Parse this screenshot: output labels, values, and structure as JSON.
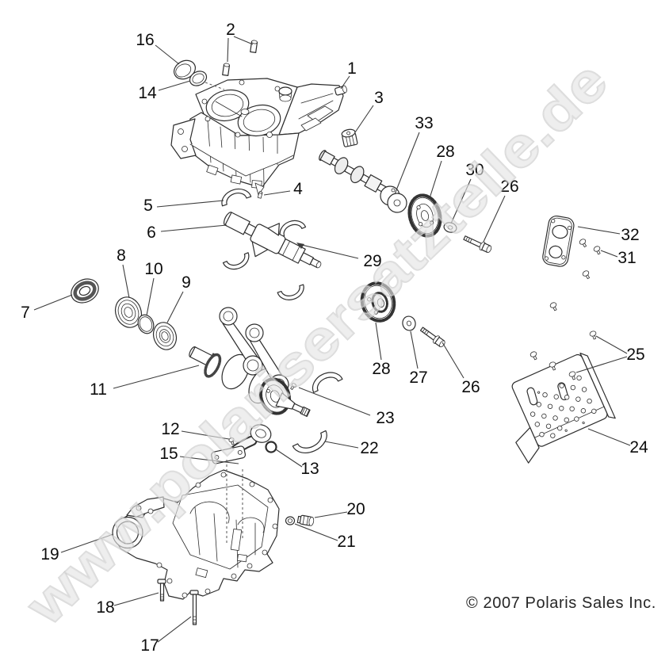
{
  "diagram": {
    "watermark": "www.polarisersatzteile.de",
    "copyright": "© 2007 Polaris Sales Inc.",
    "line_color": "#2e2e2e",
    "watermark_color": "#e3e3e3",
    "callouts": [
      {
        "part": "16",
        "label": "16"
      },
      {
        "part": "14",
        "label": "14"
      },
      {
        "part": "2",
        "label": "2"
      },
      {
        "part": "1",
        "label": "1"
      },
      {
        "part": "3",
        "label": "3"
      },
      {
        "part": "33",
        "label": "33"
      },
      {
        "part": "28-top",
        "label": "28"
      },
      {
        "part": "30",
        "label": "30"
      },
      {
        "part": "26-top",
        "label": "26"
      },
      {
        "part": "32",
        "label": "32"
      },
      {
        "part": "31",
        "label": "31"
      },
      {
        "part": "4",
        "label": "4"
      },
      {
        "part": "5",
        "label": "5"
      },
      {
        "part": "6",
        "label": "6"
      },
      {
        "part": "29",
        "label": "29"
      },
      {
        "part": "8",
        "label": "8"
      },
      {
        "part": "10",
        "label": "10"
      },
      {
        "part": "9",
        "label": "9"
      },
      {
        "part": "7",
        "label": "7"
      },
      {
        "part": "11",
        "label": "11"
      },
      {
        "part": "28-bottom",
        "label": "28"
      },
      {
        "part": "27",
        "label": "27"
      },
      {
        "part": "26-bottom",
        "label": "26"
      },
      {
        "part": "25",
        "label": "25"
      },
      {
        "part": "23",
        "label": "23"
      },
      {
        "part": "12",
        "label": "12"
      },
      {
        "part": "22",
        "label": "22"
      },
      {
        "part": "15",
        "label": "15"
      },
      {
        "part": "13",
        "label": "13"
      },
      {
        "part": "24",
        "label": "24"
      },
      {
        "part": "19",
        "label": "19"
      },
      {
        "part": "20",
        "label": "20"
      },
      {
        "part": "21",
        "label": "21"
      },
      {
        "part": "18",
        "label": "18"
      },
      {
        "part": "17",
        "label": "17"
      }
    ]
  }
}
